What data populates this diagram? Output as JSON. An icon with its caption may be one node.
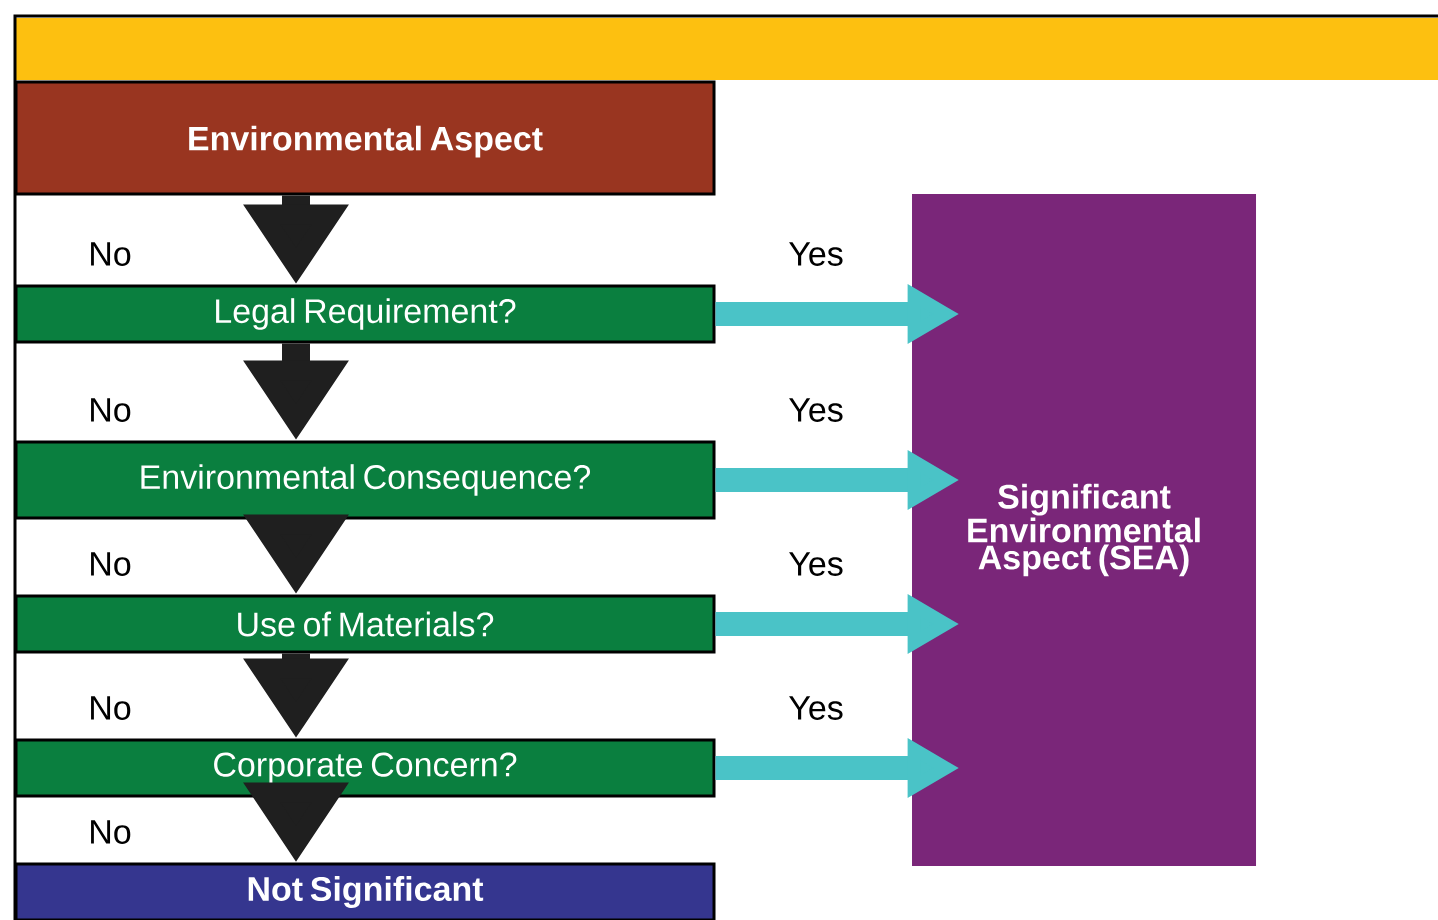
{
  "diagram": {
    "nodes": [
      {
        "text": [
          "Environmental Aspect"
        ]
      },
      {
        "text": [
          "Legal Requirement?"
        ]
      },
      {
        "text": [
          "Environmental Consequence?"
        ]
      },
      {
        "text": [
          "Use of Materials?"
        ]
      },
      {
        "text": [
          "Corporate Concern?"
        ]
      },
      {
        "text": [
          "Not Significant"
        ]
      },
      {
        "text": [
          "Significant Environmental Aspect (SEA)"
        ]
      }
    ],
    "edges": [
      {
        "from": 0,
        "to": 1,
        "arrow": "to",
        "label": "No",
        "color": "#1f1f1f"
      },
      {
        "from": 1,
        "to": 6,
        "arrow": "to",
        "label": "Yes",
        "color": "#4ac3c7"
      },
      {
        "from": 1,
        "to": 2,
        "arrow": "to",
        "label": "No",
        "color": "#1f1f1f"
      },
      {
        "from": 2,
        "to": 6,
        "arrow": "to",
        "label": "Yes",
        "color": "#4ac3c7"
      },
      {
        "from": 2,
        "to": 3,
        "arrow": "to",
        "label": "No",
        "color": "#1f1f1f"
      },
      {
        "from": 3,
        "to": 6,
        "arrow": "to",
        "label": "Yes",
        "color": "#4ac3c7"
      },
      {
        "from": 3,
        "to": 4,
        "arrow": "to",
        "label": "No",
        "color": "#1f1f1f"
      },
      {
        "from": 4,
        "to": 6,
        "arrow": "to",
        "label": "Yes",
        "color": "#4ac3c7"
      },
      {
        "from": 4,
        "to": 5,
        "arrow": "to",
        "label": "No",
        "color": "#1f1f1f"
      }
    ]
  }
}
